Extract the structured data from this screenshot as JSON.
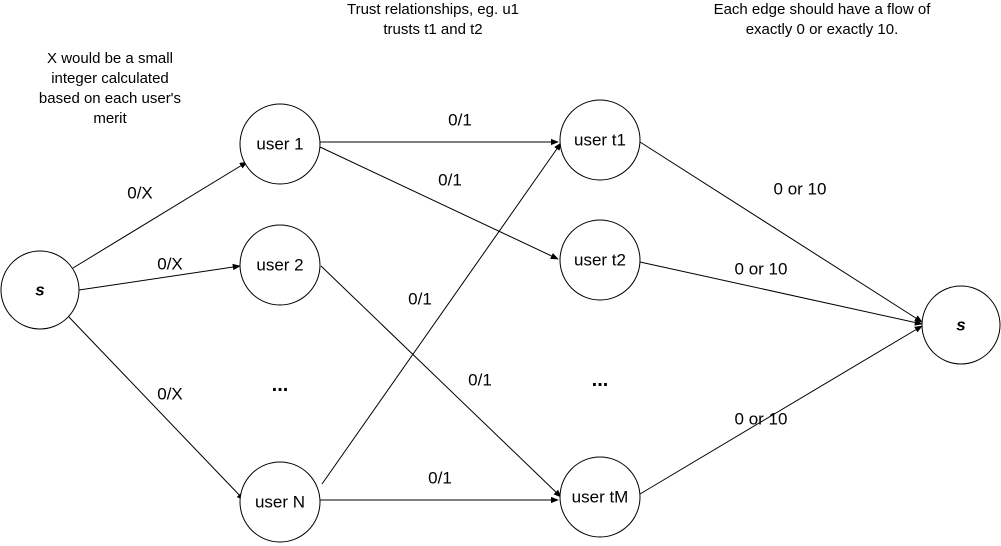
{
  "notes": {
    "merit": [
      "X would be a small",
      "integer calculated",
      "based on each user's",
      "merit"
    ],
    "trust": [
      "Trust relationships, eg. u1",
      "trusts t1 and t2"
    ],
    "flow": [
      "Each edge should have a flow of",
      "exactly 0 or exactly 10."
    ]
  },
  "nodes": {
    "source": "s",
    "user1": "user 1",
    "user2": "user 2",
    "userN": "user N",
    "t1": "user t1",
    "t2": "user t2",
    "tM": "user tM",
    "sink": "s"
  },
  "ellipsis": "...",
  "edge_labels": {
    "s_user1": "0/X",
    "s_user2": "0/X",
    "s_userN": "0/X",
    "user1_t1": "0/1",
    "user1_t2": "0/1",
    "userN_t1": "0/1",
    "user2_tM": "0/1",
    "userN_tM": "0/1",
    "t1_sink": "0 or 10",
    "t2_sink": "0 or 10",
    "tM_sink": "0 or 10"
  }
}
